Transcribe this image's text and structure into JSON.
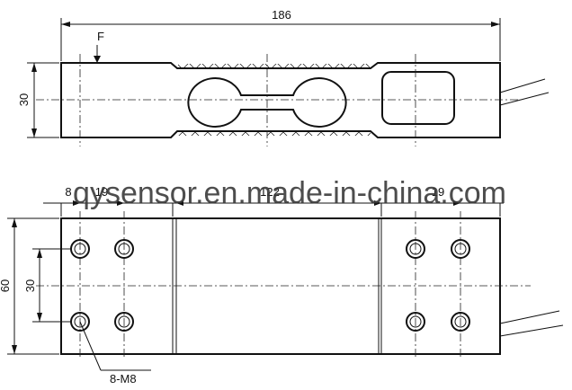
{
  "top_view": {
    "length_label": "186",
    "height_label": "30",
    "force_label": "F"
  },
  "bottom_view": {
    "seg_left_a": "8",
    "seg_left_b": "19",
    "seg_mid": "122",
    "seg_right": "19",
    "height_total": "60",
    "hole_spacing": "30",
    "thread_label": "8-M8"
  },
  "watermark": "qysensor.en.made-in-china.com",
  "colors": {
    "line": "#111111",
    "background": "#ffffff"
  }
}
